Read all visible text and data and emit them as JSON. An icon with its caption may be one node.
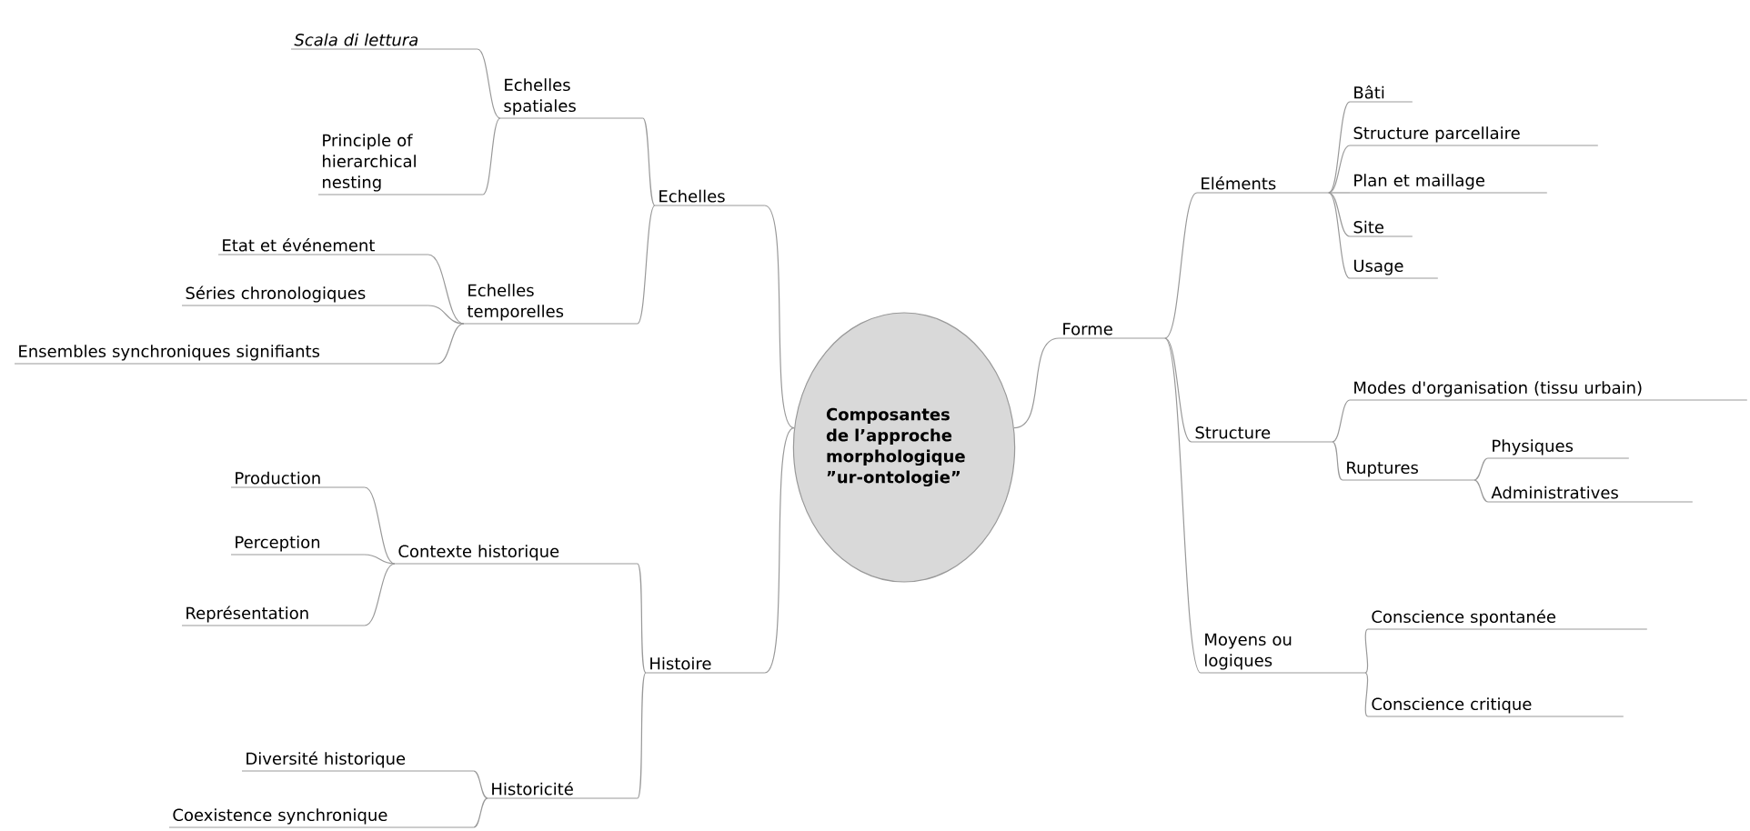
{
  "diagram": {
    "nodes": [
      {
        "text": [
          "Composantes de l’approche morphologique ”ur-ontologie”"
        ]
      },
      {
        "text": [
          "Echelles"
        ]
      },
      {
        "text": [
          "Echelles spatiales"
        ]
      },
      {
        "text": [
          "Scala di lettura"
        ]
      },
      {
        "text": [
          "Principle of hierarchical nesting"
        ]
      },
      {
        "text": [
          "Echelles temporelles"
        ]
      },
      {
        "text": [
          "Etat et événement"
        ]
      },
      {
        "text": [
          "Séries chronologiques"
        ]
      },
      {
        "text": [
          "Ensembles synchroniques signifiants"
        ]
      },
      {
        "text": [
          "Histoire"
        ]
      },
      {
        "text": [
          "Contexte historique"
        ]
      },
      {
        "text": [
          "Production"
        ]
      },
      {
        "text": [
          "Perception"
        ]
      },
      {
        "text": [
          "Représentation"
        ]
      },
      {
        "text": [
          "Historicité"
        ]
      },
      {
        "text": [
          "Diversité historique"
        ]
      },
      {
        "text": [
          "Coexistence synchronique"
        ]
      },
      {
        "text": [
          "Forme"
        ]
      },
      {
        "text": [
          "Eléments"
        ]
      },
      {
        "text": [
          "Bâti"
        ]
      },
      {
        "text": [
          "Structure parcellaire"
        ]
      },
      {
        "text": [
          "Plan et maillage"
        ]
      },
      {
        "text": [
          "Site"
        ]
      },
      {
        "text": [
          "Usage"
        ]
      },
      {
        "text": [
          "Structure"
        ]
      },
      {
        "text": [
          "Modes d'organisation (tissu urbain)"
        ]
      },
      {
        "text": [
          "Ruptures"
        ]
      },
      {
        "text": [
          "Physiques"
        ]
      },
      {
        "text": [
          "Administratives"
        ]
      },
      {
        "text": [
          "Moyens ou logiques"
        ]
      },
      {
        "text": [
          "Conscience spontanée"
        ]
      },
      {
        "text": [
          "Conscience critique"
        ]
      }
    ],
    "edges": [
      {
        "from": 0,
        "to": 1,
        "arrow": "none"
      },
      {
        "from": 1,
        "to": 2,
        "arrow": "none"
      },
      {
        "from": 2,
        "to": 3,
        "arrow": "none"
      },
      {
        "from": 2,
        "to": 4,
        "arrow": "none"
      },
      {
        "from": 1,
        "to": 5,
        "arrow": "none"
      },
      {
        "from": 5,
        "to": 6,
        "arrow": "none"
      },
      {
        "from": 5,
        "to": 7,
        "arrow": "none"
      },
      {
        "from": 5,
        "to": 8,
        "arrow": "none"
      },
      {
        "from": 0,
        "to": 9,
        "arrow": "none"
      },
      {
        "from": 9,
        "to": 10,
        "arrow": "none"
      },
      {
        "from": 10,
        "to": 11,
        "arrow": "none"
      },
      {
        "from": 10,
        "to": 12,
        "arrow": "none"
      },
      {
        "from": 10,
        "to": 13,
        "arrow": "none"
      },
      {
        "from": 9,
        "to": 14,
        "arrow": "none"
      },
      {
        "from": 14,
        "to": 15,
        "arrow": "none"
      },
      {
        "from": 14,
        "to": 16,
        "arrow": "none"
      },
      {
        "from": 0,
        "to": 17,
        "arrow": "none"
      },
      {
        "from": 17,
        "to": 18,
        "arrow": "none"
      },
      {
        "from": 18,
        "to": 19,
        "arrow": "none"
      },
      {
        "from": 18,
        "to": 20,
        "arrow": "none"
      },
      {
        "from": 18,
        "to": 21,
        "arrow": "none"
      },
      {
        "from": 18,
        "to": 22,
        "arrow": "none"
      },
      {
        "from": 18,
        "to": 23,
        "arrow": "none"
      },
      {
        "from": 17,
        "to": 24,
        "arrow": "none"
      },
      {
        "from": 24,
        "to": 25,
        "arrow": "none"
      },
      {
        "from": 24,
        "to": 26,
        "arrow": "none"
      },
      {
        "from": 26,
        "to": 27,
        "arrow": "none"
      },
      {
        "from": 26,
        "to": 28,
        "arrow": "none"
      },
      {
        "from": 17,
        "to": 29,
        "arrow": "none"
      },
      {
        "from": 29,
        "to": 30,
        "arrow": "none"
      },
      {
        "from": 29,
        "to": 31,
        "arrow": "none"
      }
    ]
  }
}
